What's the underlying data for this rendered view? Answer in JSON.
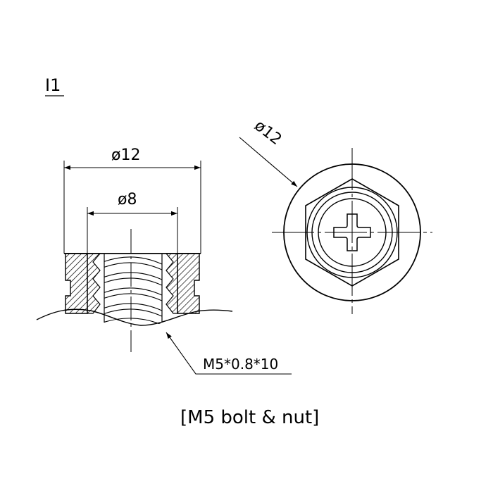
{
  "view_label": "I1",
  "side_view": {
    "outer_dia_label": "ø12",
    "inner_dia_label": "ø8",
    "thread_callout": "M5*0.8*10"
  },
  "top_view": {
    "outer_dia_label": "ø12",
    "icons": [
      "hex-nut-icon",
      "phillips-cross-icon"
    ]
  },
  "caption": "[M5 bolt & nut]",
  "colors": {
    "line": "#000000",
    "background": "#ffffff",
    "hatch": "#000000"
  }
}
